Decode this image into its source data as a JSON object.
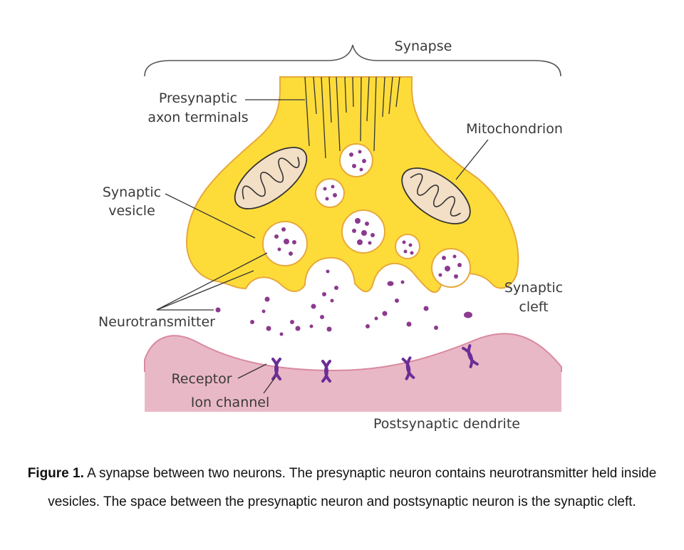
{
  "labels": {
    "synapse": "Synapse",
    "presynaptic_line1": "Presynaptic",
    "presynaptic_line2": "axon terminals",
    "mitochondrion": "Mitochondrion",
    "synaptic_vesicle_line1": "Synaptic",
    "synaptic_vesicle_line2": "vesicle",
    "neurotransmitter": "Neurotransmitter",
    "synaptic_cleft_line1": "Synaptic",
    "synaptic_cleft_line2": "cleft",
    "receptor": "Receptor",
    "ion_channel": "Ion channel",
    "postsynaptic_dendrite": "Postsynaptic dendrite"
  },
  "caption": {
    "figure_number": "Figure 1.",
    "text": "A synapse between two neurons. The presynaptic neuron contains neurotransmitter held inside vesicles. The space between the presynaptic neuron and postsynaptic neuron is the synaptic cleft."
  },
  "colors": {
    "axon_fill": "#fddc3a",
    "axon_stroke": "#e8a83a",
    "dendrite_fill": "#e9b8c6",
    "dendrite_stroke": "#d98aa0",
    "neurotransmitter": "#8b3a8e",
    "receptor": "#6b2d96",
    "mitochondrion_fill": "#f3dfc6"
  }
}
